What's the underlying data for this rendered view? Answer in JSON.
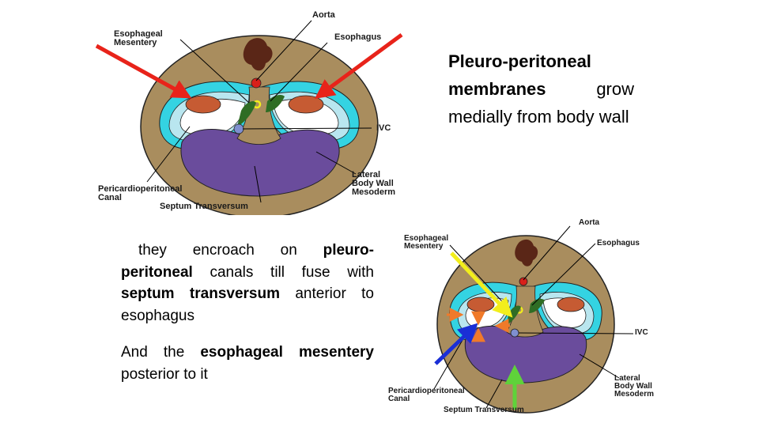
{
  "heading": {
    "bold": "Pleuro-peritoneal membranes",
    "rest": " grow medially from body wall"
  },
  "para1": {
    "t1": "they encroach on ",
    "b1": "pleuro-peritoneal",
    "t2": " canals till fuse with ",
    "b2": "septum transversum",
    "t3": " anterior to esophagus"
  },
  "para2": {
    "t1": "And the ",
    "b1": "esophageal mesentery",
    "t2": " posterior to it"
  },
  "diagram_top": {
    "labels": {
      "aorta": "Aorta",
      "esophageal_mesentery": "Esophageal\nMesentery",
      "esophagus": "Esophagus",
      "ivc": "IVC",
      "lateral_body_wall": "Lateral\nBody Wall\nMesoderm",
      "pericardioperitoneal_canal": "Pericardioperitoneal\nCanal",
      "septum_transversum": "Septum Transversum"
    },
    "arrow_color": "#e8231a"
  },
  "diagram_bottom": {
    "labels": {
      "aorta": "Aorta",
      "esophageal_mesentery": "Esophageal\nMesentery",
      "esophagus": "Esophagus",
      "ivc": "IVC",
      "lateral_body_wall": "Lateral\nBody Wall\nMesoderm",
      "pericardioperitoneal_canal": "Pericardioperitoneal\nCanal",
      "septum_transversum": "Septum Transversum"
    },
    "arrow_colors": {
      "yellow": "#f2ee1c",
      "blue": "#1a2fd6",
      "green": "#5fd23a",
      "orange": "#f07a2a"
    }
  },
  "colors": {
    "body_wall": "#a98d5e",
    "cyan": "#34d3e2",
    "light_blue": "#b9e6ef",
    "purple": "#6a4c9c",
    "rust": "#c65b33",
    "aorta_dark": "#5a2617",
    "red_dot": "#d8201a",
    "ivc_blue": "#7f8fd0",
    "dark_green": "#2f6d24"
  }
}
